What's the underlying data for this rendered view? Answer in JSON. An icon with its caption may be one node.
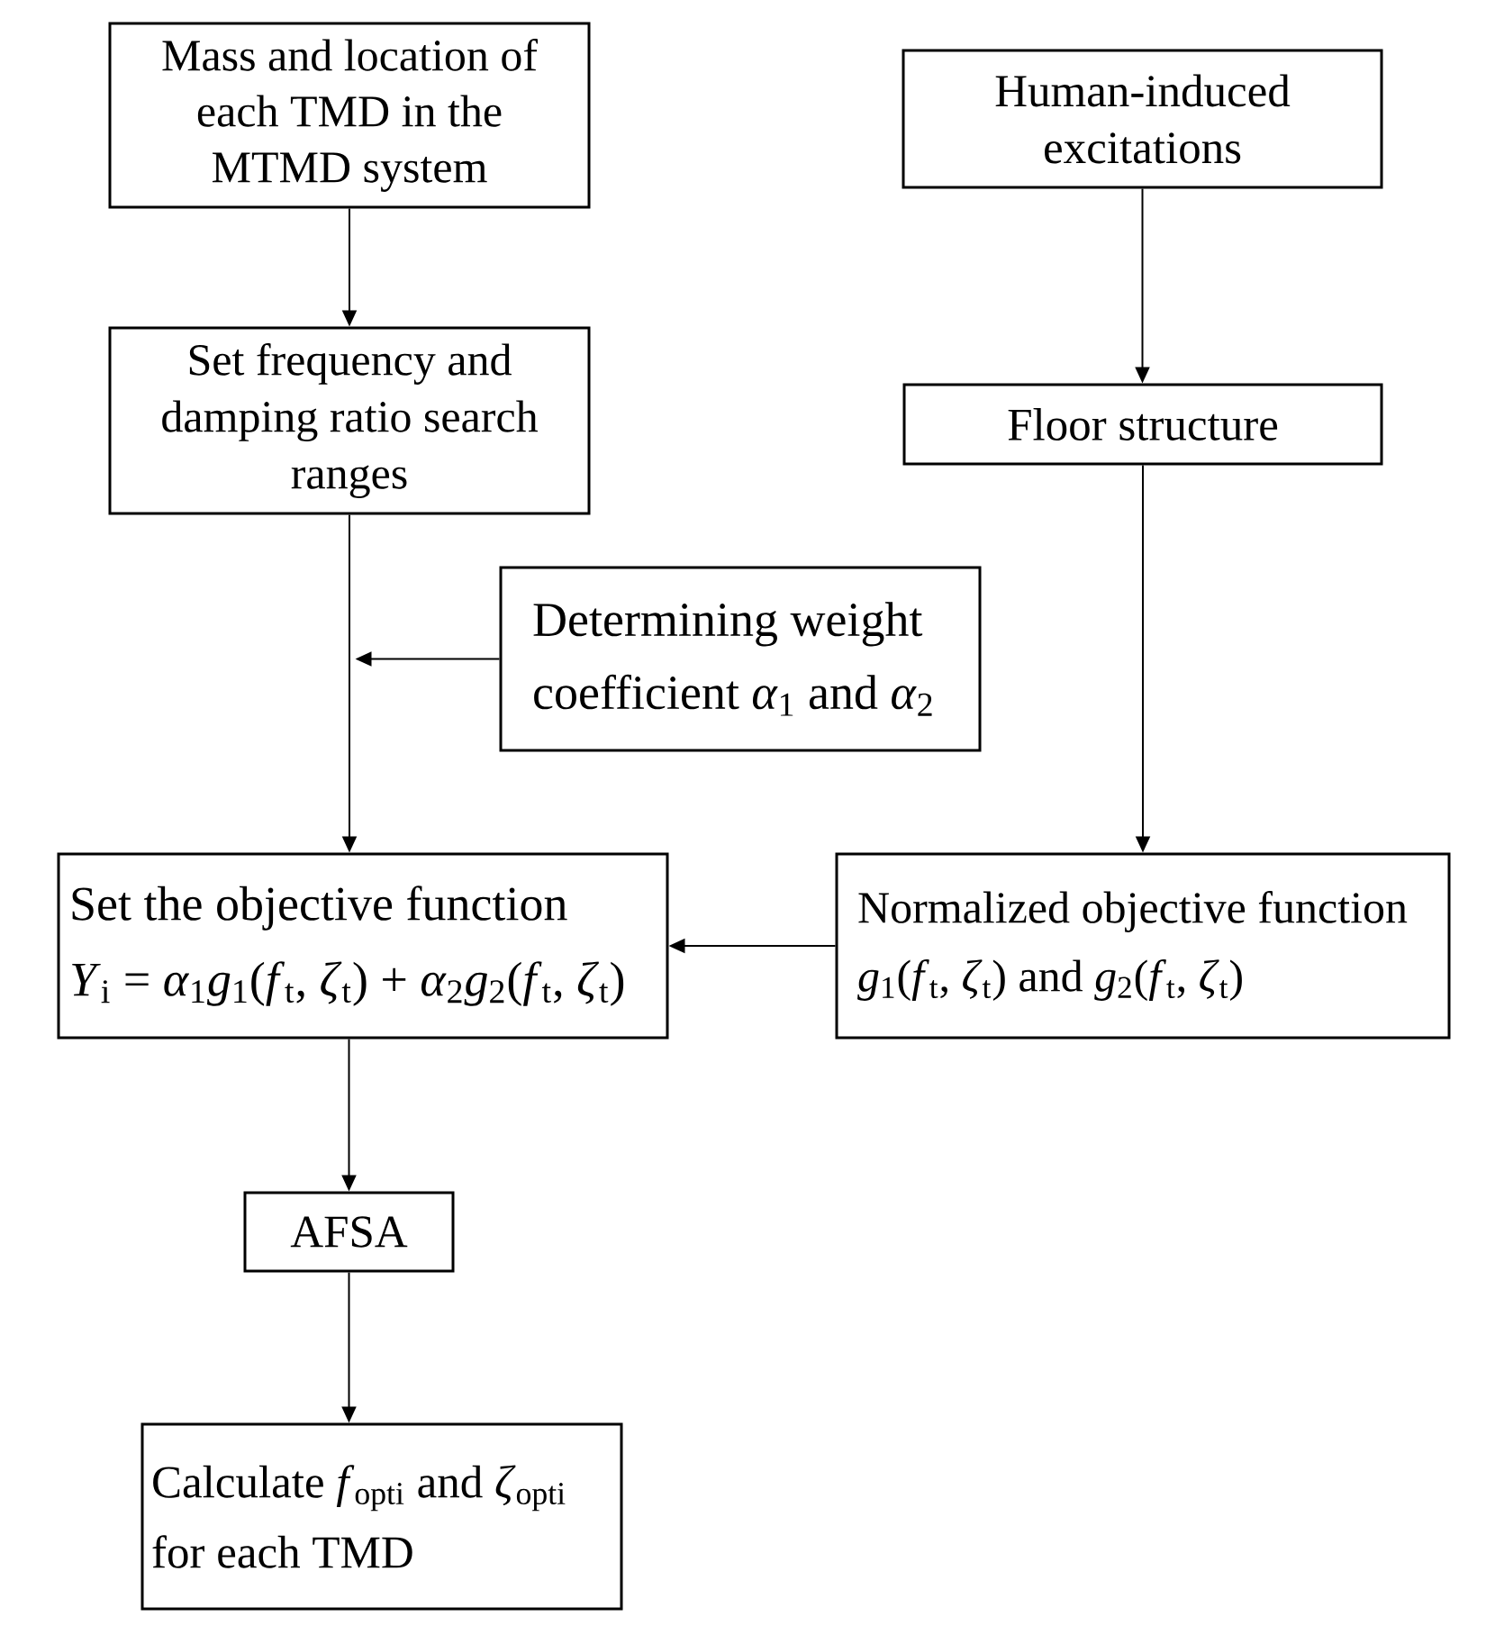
{
  "diagram": {
    "nodes": [
      {
        "text": [
          "Mass and location of each TMD in the MTMD system"
        ]
      },
      {
        "text": [
          "Human-induced excitations"
        ]
      },
      {
        "text": [
          "Set frequency and damping ratio search ranges"
        ]
      },
      {
        "text": [
          "Floor structure"
        ]
      },
      {
        "text": [
          "Determining weight coefficient *α*$_{1}$ and *α*$_{2}$"
        ]
      },
      {
        "text": [
          "Set the objective function",
          "*Y*$_{i}$ = *α*$_{1}$*g*$_{1}$(*f*$_{t}$, *ζ*$_{t}$) + *α*$_{2}$*g*$_{2}$(*f*$_{t}$, *ζ*$_{t}$)"
        ]
      },
      {
        "text": [
          "Normalized objective function *g*$_{1}$(*f*$_{t}$, *ζ*$_{t}$) and *g*$_{2}$(*f*$_{t}$, *ζ*$_{t}$)"
        ]
      },
      {
        "text": [
          "AFSA"
        ]
      },
      {
        "text": [
          "Calculate *f*$_{opti}$ and *ζ*$_{opti}$ for each TMD"
        ]
      }
    ],
    "edges": [
      {
        "from": 0,
        "to": 2,
        "arrow": "to"
      },
      {
        "from": 1,
        "to": 3,
        "arrow": "to"
      },
      {
        "from": 2,
        "to": 5,
        "arrow": "to"
      },
      {
        "from": 4,
        "to": null,
        "arrow": "to"
      },
      {
        "from": 3,
        "to": 6,
        "arrow": "to"
      },
      {
        "from": 6,
        "to": 5,
        "arrow": "to"
      },
      {
        "from": 5,
        "to": 7,
        "arrow": "to"
      },
      {
        "from": 7,
        "to": 8,
        "arrow": "to"
      }
    ]
  }
}
